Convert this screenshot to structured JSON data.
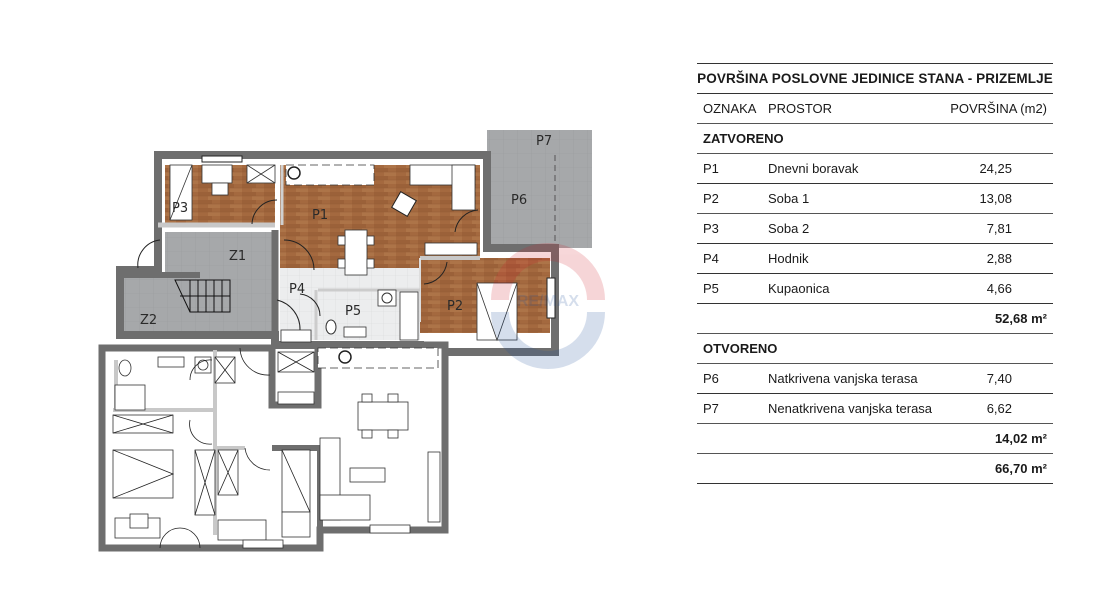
{
  "floorplan": {
    "labels": {
      "p1": "P1",
      "p2": "P2",
      "p3": "P3",
      "p4": "P4",
      "p5": "P5",
      "p6": "P6",
      "p7": "P7",
      "z1": "Z1",
      "z2": "Z2"
    },
    "watermark": "RE/MAX",
    "colors": {
      "wall": "#6e6e6e",
      "wood": "#a0673f",
      "terrace_tile": "#a7a9ab",
      "bath_tile": "#e9eaeb",
      "inner_partition": "#c8c8c8"
    }
  },
  "table": {
    "title": "POVRŠINA POSLOVNE JEDINICE STANA - PRIZEMLJE",
    "headers": {
      "code": "OZNAKA",
      "space": "PROSTOR",
      "area": "POVRŠINA (m2)"
    },
    "closed": {
      "label": "ZATVORENO",
      "rows": [
        {
          "code": "P1",
          "space": "Dnevni boravak",
          "area": "24,25"
        },
        {
          "code": "P2",
          "space": "Soba 1",
          "area": "13,08"
        },
        {
          "code": "P3",
          "space": "Soba 2",
          "area": "7,81"
        },
        {
          "code": "P4",
          "space": "Hodnik",
          "area": "2,88"
        },
        {
          "code": "P5",
          "space": "Kupaonica",
          "area": "4,66"
        }
      ],
      "subtotal": "52,68 m²"
    },
    "open": {
      "label": "OTVORENO",
      "rows": [
        {
          "code": "P6",
          "space": "Natkrivena vanjska terasa",
          "area": "7,40"
        },
        {
          "code": "P7",
          "space": "Nenatkrivena vanjska terasa",
          "area": "6,62"
        }
      ],
      "subtotal": "14,02 m²"
    },
    "total": "66,70 m²"
  }
}
